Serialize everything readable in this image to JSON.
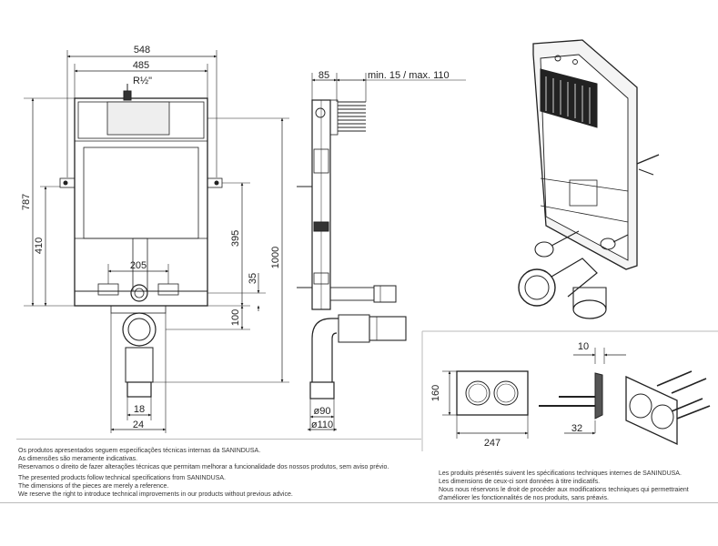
{
  "front_view": {
    "dims": {
      "overall_width": "548",
      "frame_width": "485",
      "thread": "R½\"",
      "height_787": "787",
      "height_410": "410",
      "height_395": "395",
      "height_1000": "1000",
      "spacing_205": "205",
      "dim_35": "35",
      "dim_100": "100",
      "dim_18": "18",
      "dim_24": "24"
    }
  },
  "side_view": {
    "dims": {
      "depth_85": "85",
      "wall_range": "min. 15 / max. 110",
      "dia_90": "ø90",
      "dia_110": "ø110"
    }
  },
  "flush_plate": {
    "dims": {
      "height_160": "160",
      "width_247": "247",
      "thick_10": "10",
      "dim_32": "32"
    }
  },
  "notes": {
    "pt": [
      "Os produtos apresentados seguem especificações técnicas internas da SANINDUSA.",
      "As dimensões são meramente indicativas.",
      "Reservamos o direito de fazer alterações técnicas que permitam melhorar a funcionalidade dos nossos produtos, sem aviso prévio."
    ],
    "en": [
      "The presented products follow technical specifications from SANINDUSA.",
      "The dimensions of the pieces are merely a reference.",
      "We reserve the right to introduce technical improvements in our products without previous advice."
    ],
    "fr": [
      "Les produits présentés suivent les spécifications techniques internes de SANINDUSA.",
      "Les dimensions de ceux-ci sont données à titre indicatifs.",
      "Nous nous réservons le droit de procéder aux modifications techniques qui permettraient",
      "d'améliorer les fonctionnalités de nos produits, sans préavis."
    ]
  }
}
